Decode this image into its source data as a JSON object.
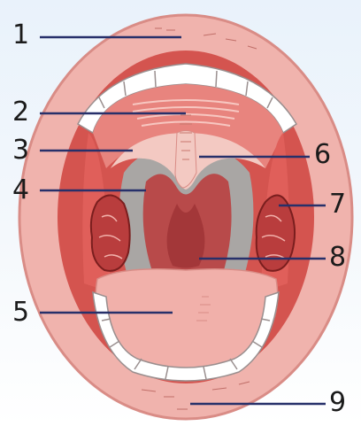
{
  "diagram": {
    "subject": "oral-cavity",
    "colors": {
      "lip": "#f0b3ad",
      "lip_edge": "#d98c86",
      "palate": "#e8847e",
      "palate_shade": "#d85f5a",
      "uvula": "#f3c9c2",
      "throat": "#b84a4a",
      "throat_dark": "#9a2f32",
      "grey_wall": "#a9a6a4",
      "tongue": "#f1b0aa",
      "tonsil": "#b93d3d",
      "teeth": "#ffffff",
      "leader_line": "#27306a"
    },
    "labels": [
      {
        "id": "1",
        "text": "1"
      },
      {
        "id": "2",
        "text": "2"
      },
      {
        "id": "3",
        "text": "3"
      },
      {
        "id": "4",
        "text": "4"
      },
      {
        "id": "5",
        "text": "5"
      },
      {
        "id": "6",
        "text": "6"
      },
      {
        "id": "7",
        "text": "7"
      },
      {
        "id": "8",
        "text": "8"
      },
      {
        "id": "9",
        "text": "9"
      }
    ]
  }
}
